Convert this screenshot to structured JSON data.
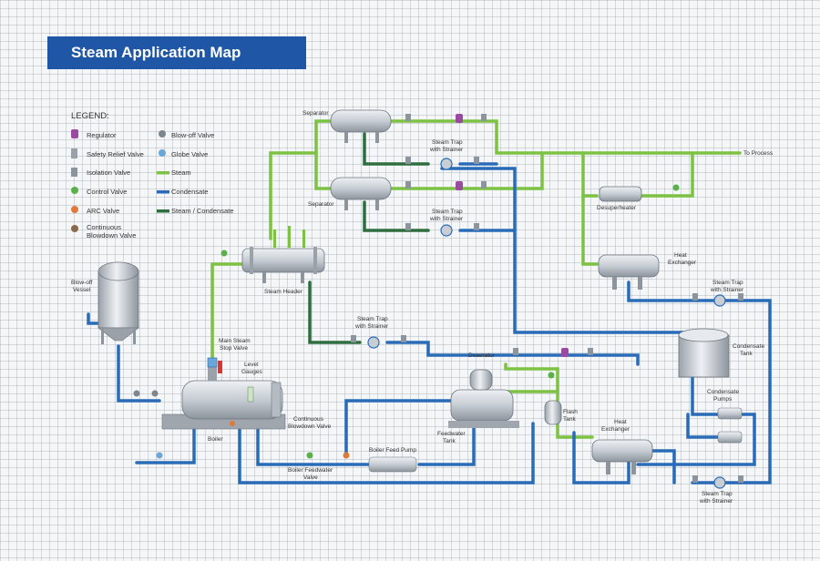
{
  "title": "Steam Application Map",
  "legend": {
    "heading": "LEGEND:",
    "items": {
      "regulator": "Regulator",
      "safety_relief_valve": "Safety Relief Valve",
      "isolation_valve": "Isolation Valve",
      "control_valve": "Control Valve",
      "arc_valve": "ARC Valve",
      "continuous_blowdown_valve": [
        "Continuous",
        "Blowdown Valve"
      ],
      "blow_off_valve": "Blow-off Valve",
      "globe_valve": "Globe Valve",
      "steam": "Steam",
      "condensate": "Condensate",
      "steam_condensate": "Steam / Condensate"
    }
  },
  "labels": {
    "separator_top": "Separator",
    "separator_mid": "Separator",
    "steam_trap_1": [
      "Steam Trap",
      "with Strainer"
    ],
    "steam_trap_2": [
      "Steam Trap",
      "with Strainer"
    ],
    "steam_trap_3": [
      "Steam Trap",
      "with Strainer"
    ],
    "steam_trap_4": [
      "Steam Trap",
      "with Strainer"
    ],
    "steam_trap_5": [
      "Steam Trap",
      "with Strainer"
    ],
    "to_process": "To Process",
    "desuperheater": "Desuperheater",
    "heat_exchanger_top": [
      "Heat",
      "Exchanger"
    ],
    "heat_exchanger_bottom": [
      "Heat",
      "Exchanger"
    ],
    "blow_off_vessel": [
      "Blow-off",
      "Vessel"
    ],
    "steam_header": "Steam Header",
    "main_steam_stop_valve": [
      "Main Steam",
      "Stop Valve"
    ],
    "level_gauges": [
      "Level",
      "Gauges"
    ],
    "deaerator": "Deaerator",
    "condensate_tank": [
      "Condensate",
      "Tank"
    ],
    "condensate_pumps": [
      "Condensate",
      "Pumps"
    ],
    "continuous_blowdown_valve": [
      "Continuous",
      "Blowdown Valve"
    ],
    "flash_tank": [
      "Flash",
      "Tank"
    ],
    "feedwater_tank": [
      "Feedwater",
      "Tank"
    ],
    "boiler": "Boiler",
    "boiler_feed_pump": "Boiler Feed Pump",
    "boiler_feedwater_valve": [
      "Boiler Feedwater",
      "Valve"
    ]
  },
  "colors": {
    "title_bg": "#1f57a6",
    "steam": "#7dc242",
    "condensate": "#2a6bb8",
    "steam_condensate": "#2e6e3e",
    "equipment": "#c9ced4",
    "regulator": "#9b4aa3",
    "control_valve": "#5bb04a",
    "arc_valve": "#e07a3a",
    "globe_valve": "#6aa6d8"
  }
}
